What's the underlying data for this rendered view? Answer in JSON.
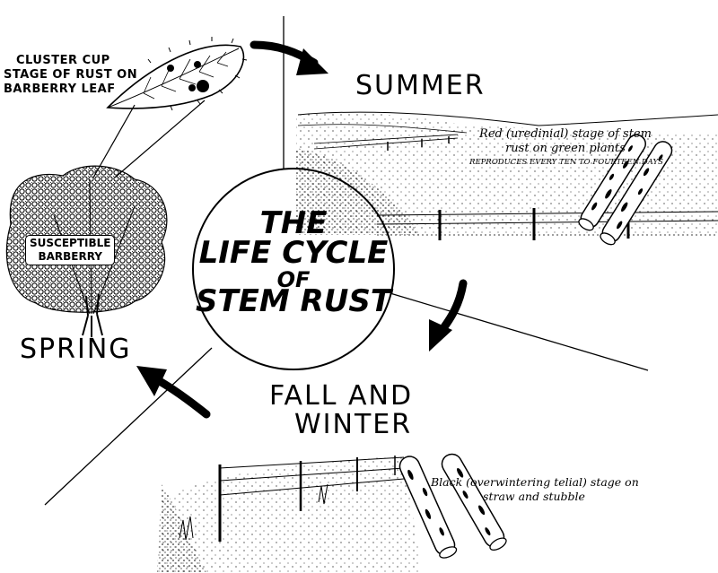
{
  "title": {
    "line1": "THE",
    "line2": "LIFE CYCLE",
    "line3": "OF",
    "line4": "STEM RUST"
  },
  "seasons": {
    "summer": "SUMMER",
    "fall_line1": "FALL AND",
    "fall_line2": "WINTER",
    "spring": "SPRING"
  },
  "labels": {
    "cluster_cup": [
      "CLUSTER CUP",
      "STAGE OF RUST ON",
      "BARBERRY LEAF"
    ],
    "barberry": [
      "SUSCEPTIBLE",
      "BARBERRY"
    ],
    "summer_stage": [
      "Red (uredinial) stage of stem",
      "rust on green plants"
    ],
    "summer_note": "REPRODUCES EVERY TEN TO FOURTEEN DAYS",
    "winter_stage": [
      "Black (overwintering telial) stage on",
      "straw and stubble"
    ]
  },
  "colors": {
    "ink": "#000000",
    "background": "#ffffff"
  }
}
